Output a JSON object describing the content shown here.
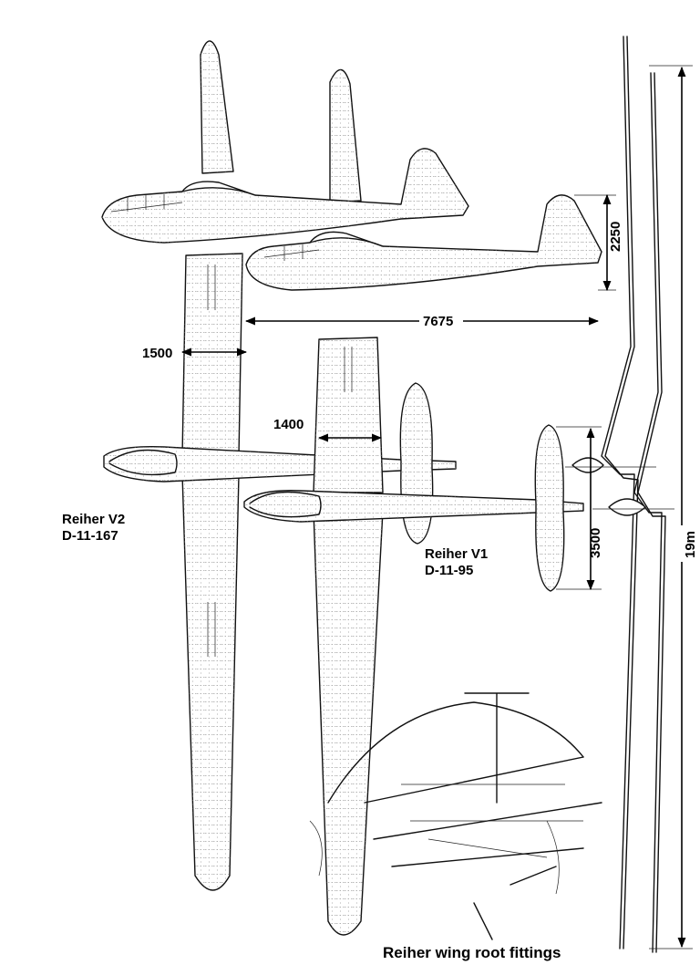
{
  "aircraft_v2": {
    "name": "Reiher V2",
    "registration": "D-11-167"
  },
  "aircraft_v1": {
    "name": "Reiher V1",
    "registration": "D-11-95"
  },
  "dimensions": {
    "chord_v2": "1500",
    "chord_v1": "1400",
    "length": "7675",
    "height": "2250",
    "tailplane_span": "3500",
    "wingspan": "19m"
  },
  "caption": "Reiher wing root fittings"
}
